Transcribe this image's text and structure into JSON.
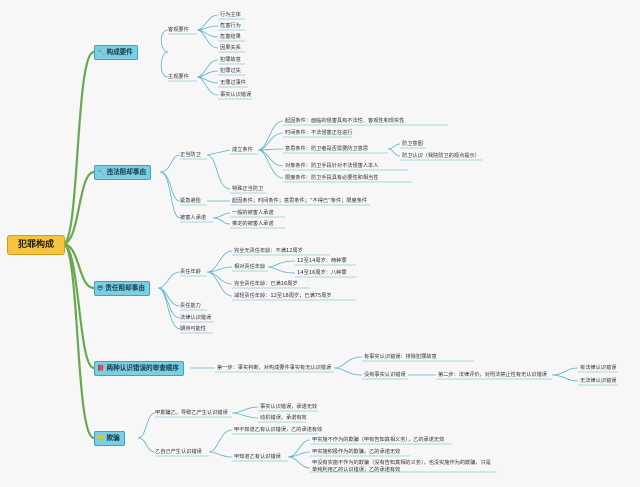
{
  "root": "犯罪构成",
  "icons": {
    "b1": "wrench-icon",
    "b2": "wrench-icon",
    "b3": "sunglasses-face-icon",
    "b4": "book-icon",
    "b5": "handshake-icon"
  },
  "b1": {
    "label": "构成要件",
    "n1": "客观要件",
    "n1c": [
      "行为主体",
      "危害行为",
      "危害结果",
      "因果关系"
    ],
    "n2": "主观要件",
    "n2c": [
      "犯罪故意",
      "犯罪过失",
      "无罪过事件",
      "事实认识错误"
    ]
  },
  "b2": {
    "label": "违法阻却事由",
    "zd": "正当防卫",
    "cl": "成立条件",
    "c1": "起因条件：面临的侵害具有不法性、客观性和现实性",
    "c2": "时间条件：不法侵害正在进行",
    "c3": "意思条件：防卫者是否需要防卫意思",
    "c3a": "防卫意图",
    "c3b": "防卫认识（我院防卫的观点提示）",
    "c4": "对象条件：防卫手段针对不法侵害人本人",
    "c5": "限度条件：防卫手段具有必要性和相当性",
    "ts": "特殊正当防卫",
    "jj": "紧急避险",
    "jjt": "起因条件；时间条件；意思条件；“不得已”条件；限度条件",
    "bh": "被害人承诺",
    "bh1": "一般的被害人承诺",
    "bh2": "推定的被害人承诺"
  },
  "b3": {
    "label": "责任阻却事由",
    "nl": "责任年龄",
    "a1": "完全无责任年龄：不满12周岁",
    "a2": "相对责任年龄",
    "a2a": "12至14周岁：两种罪",
    "a2b": "14至16周岁：八种罪",
    "a3": "完全责任年龄：已满16周岁",
    "a4": "减轻责任年龄：12至18周岁；已满75周岁",
    "r1": "责任能力",
    "r2": "法律认识错误",
    "r3": "期待可能性"
  },
  "b4": {
    "label": "两种认识错误的审查顺序",
    "s1": "第一步：事实判断，对构成要件事实有无认识错误",
    "y1": "有事实认识错误：排除犯罪故意",
    "y2": "没有事实认识错误",
    "s2": "第二步：法律评价，对刑法禁止性有无认识错误",
    "f1": "有法律认识错误",
    "f2": "无法律认识错误"
  },
  "b5": {
    "label": "欺骗",
    "k1": "甲欺骗乙，导致乙产生认识错误",
    "k1a": "事实认识错误，承诺无效",
    "k1b": "动机错误，承诺有效",
    "k2": "乙自己产生认识错误",
    "k2a": "甲不知道乙有认识错误，乙的承诺有效",
    "k2b": "甲知道乙有认识错误",
    "k2b1": "甲实施不作为的欺骗（甲有告知真相义务），乙的承诺无效",
    "k2b2": "甲实施积极作为的欺骗，乙的承诺无效",
    "k2b3a": "甲没有实施不作为的欺骗（没有告知真相的义务），也没实施作为的欺骗，只是",
    "k2b3b": "单纯利用乙的认识错误，乙的承诺有效"
  }
}
